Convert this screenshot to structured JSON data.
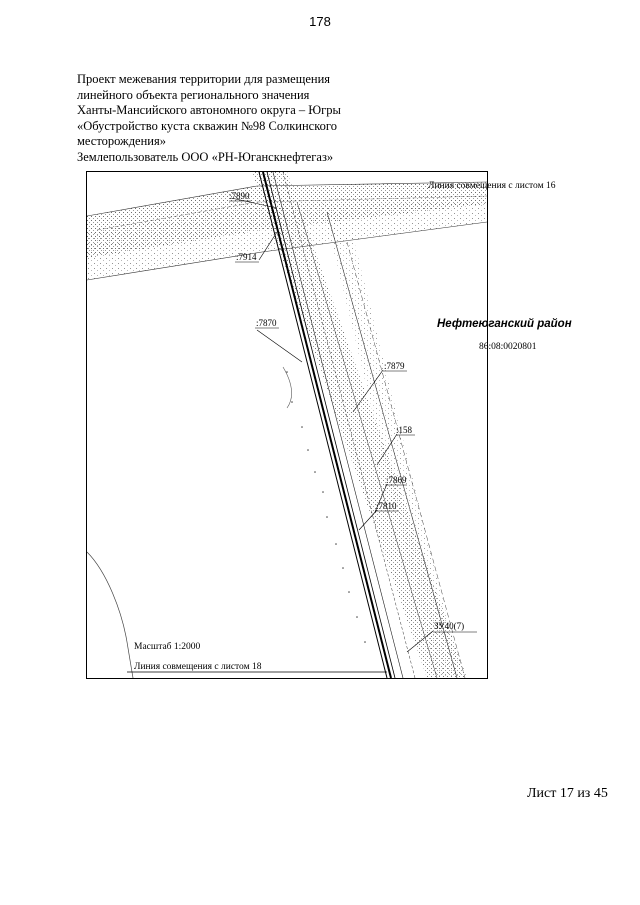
{
  "page_number": "178",
  "header": {
    "lines": [
      "Проект межевания территории для размещения",
      "линейного объекта регионального значения",
      "Ханты-Мансийского автономного округа – Югры",
      "«Обустройство куста скважин №98 Солкинского",
      "месторождения»",
      "Землепользователь ООО «РН-Юганскнефтегаз»"
    ]
  },
  "map": {
    "top_line_label": "Линия совмещения с листом 16",
    "bottom_line_label": "Линия совмещения с листом 18",
    "scale_label": "Масштаб 1:2000",
    "district_label": "Нефтеюганский район",
    "cadastral_quarter": "86:08:0020801",
    "parcel_labels": {
      "p7890": ":7890",
      "p7914": ":7914",
      "p7870": ":7870",
      "p7879": ":7879",
      "p158": ":158",
      "p7869": ":7869",
      "p7810": ":7810",
      "zu40": "ЗУ40(7)"
    },
    "colors": {
      "ink": "#000000",
      "hatch": "#555555",
      "paper": "#ffffff"
    }
  },
  "footer": {
    "sheet_counter": "Лист 17 из 45"
  }
}
